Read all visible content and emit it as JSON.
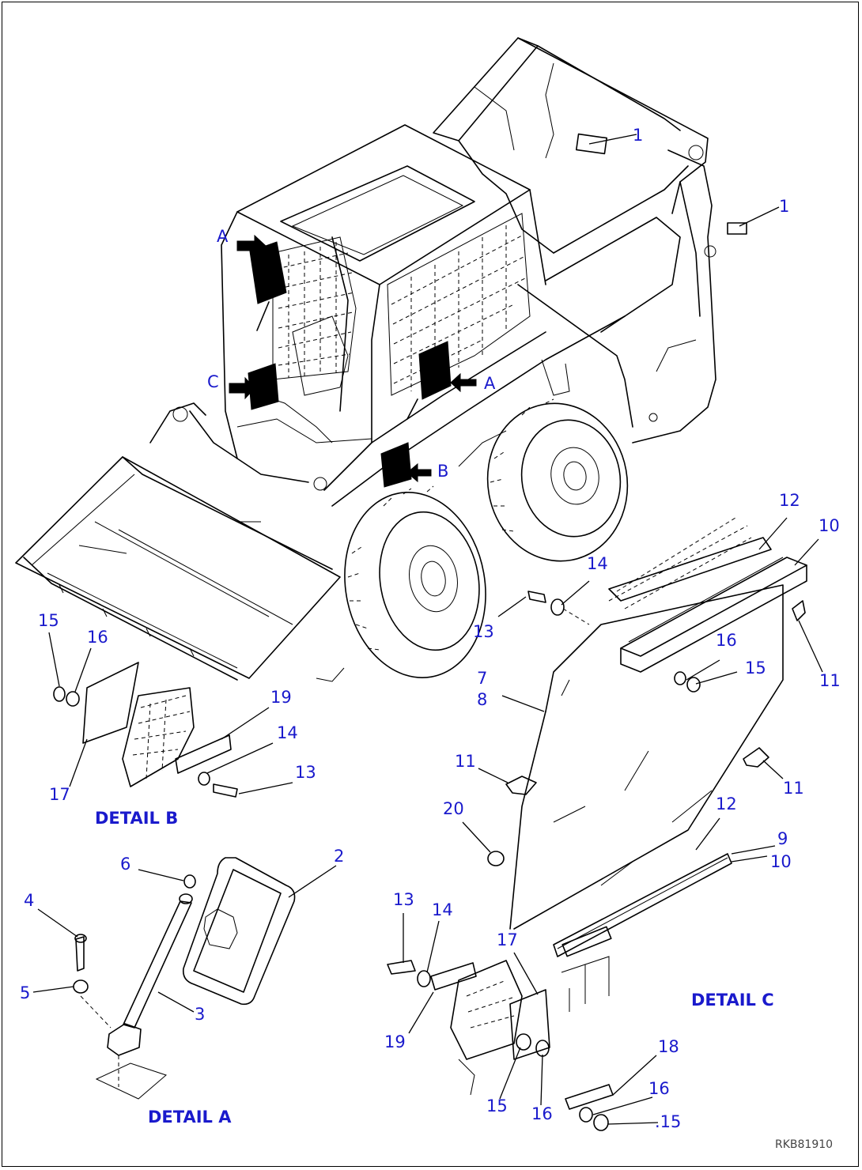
{
  "drawing_code": "RKB81910",
  "view_refs": {
    "a": "A",
    "b": "B",
    "c": "C"
  },
  "details": {
    "a": "DETAIL A",
    "b": "DETAIL B",
    "c": "DETAIL C"
  },
  "callouts": {
    "n1": "1",
    "n2": "2",
    "n3": "3",
    "n4": "4",
    "n5": "5",
    "n6": "6",
    "n7": "7",
    "n8": "8",
    "n9": "9",
    "n10": "10",
    "n11": "11",
    "n12": "12",
    "n13": "13",
    "n14": "14",
    "n15": "15",
    "n15dot": ".15",
    "n16": "16",
    "n17": "17",
    "n18": "18",
    "n19": "19",
    "n20": "20"
  },
  "colors": {
    "callout": "#1a1acc",
    "line": "#000000",
    "background": "#ffffff"
  }
}
